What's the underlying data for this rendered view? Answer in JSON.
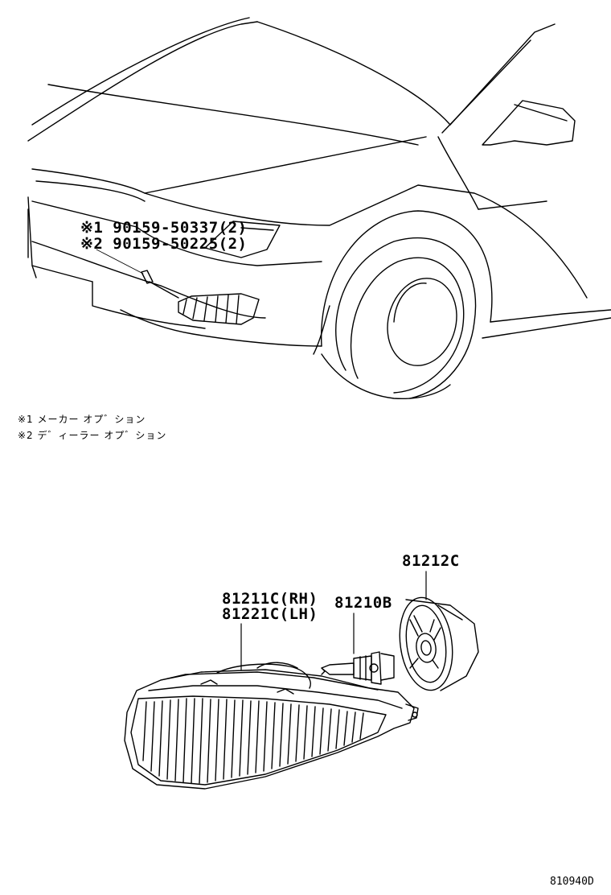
{
  "callouts": {
    "bolt_opt1": "※1  90159-50337(2)",
    "bolt_opt2": "※2  90159-50225(2)",
    "fog_lamp_rh": "81211C(RH)",
    "fog_lamp_lh": "81221C(LH)",
    "bulb": "81210B",
    "socket_cover": "81212C"
  },
  "notes": {
    "note1": "※1  メーカー オプ゛ション",
    "note2": "※2  デ゛ィーラー オプ゛ション"
  },
  "figure_id": "810940D"
}
